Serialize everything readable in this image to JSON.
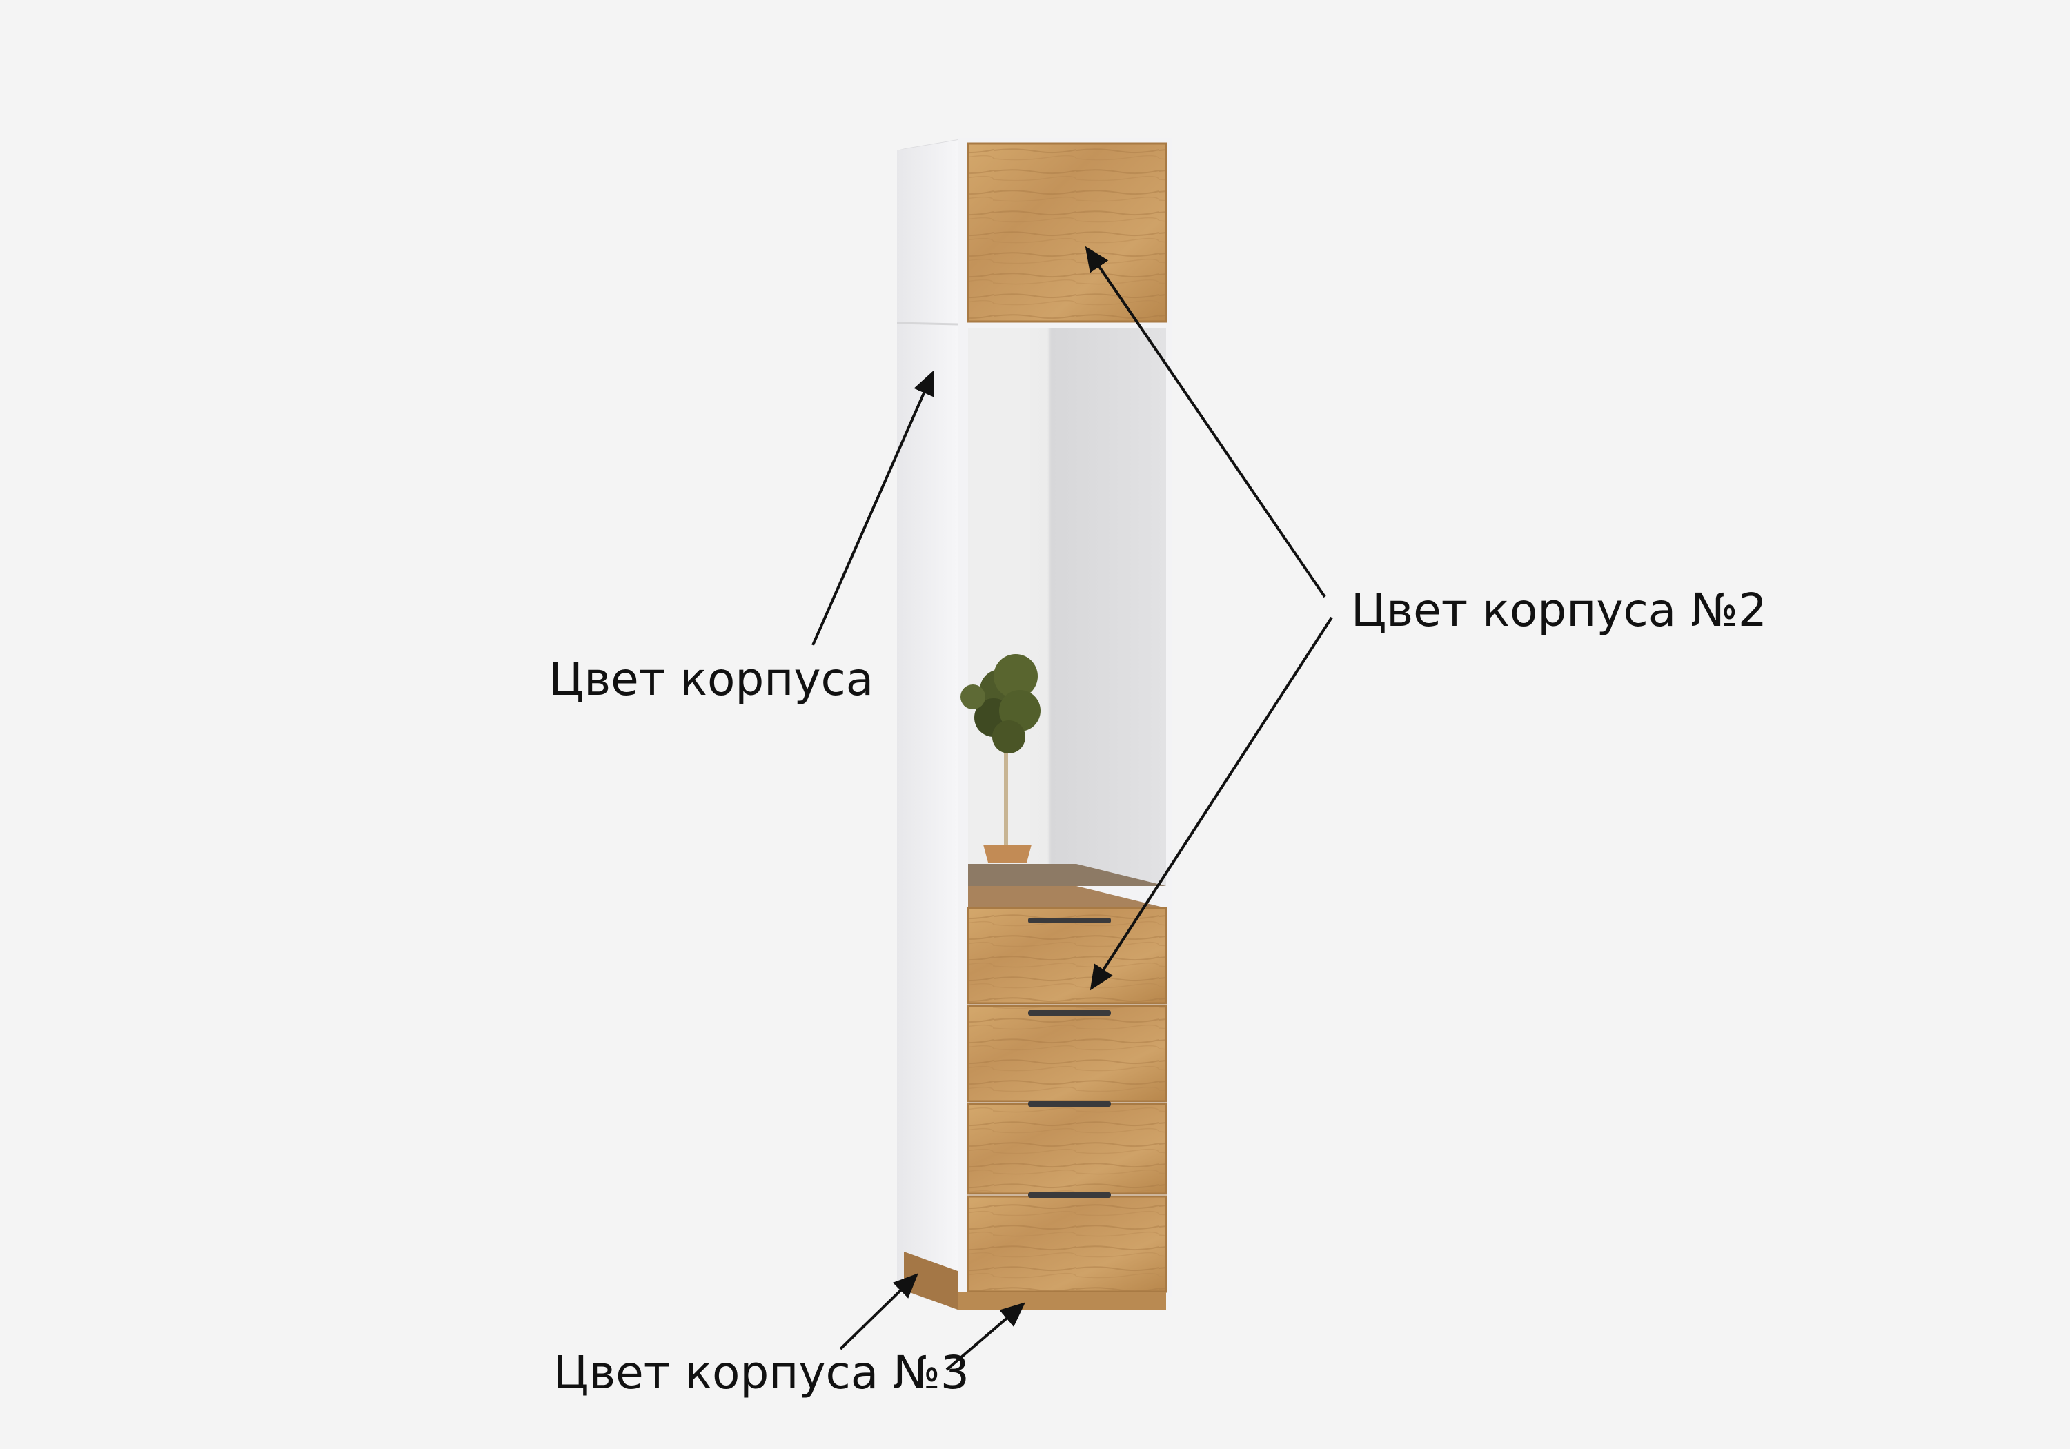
{
  "callouts": {
    "body_color": "Цвет корпуса",
    "body_color_2": "Цвет корпуса №2",
    "body_color_3": "Цвет корпуса №3"
  },
  "colors": {
    "background": "#f4f4f4",
    "body_white": "#f1f1f3",
    "oak_facade": "#c99c62",
    "oak_dark": "#a9793f",
    "plinth": "#b98a52",
    "handle": "#3a3a3c",
    "arrow": "#111111"
  }
}
